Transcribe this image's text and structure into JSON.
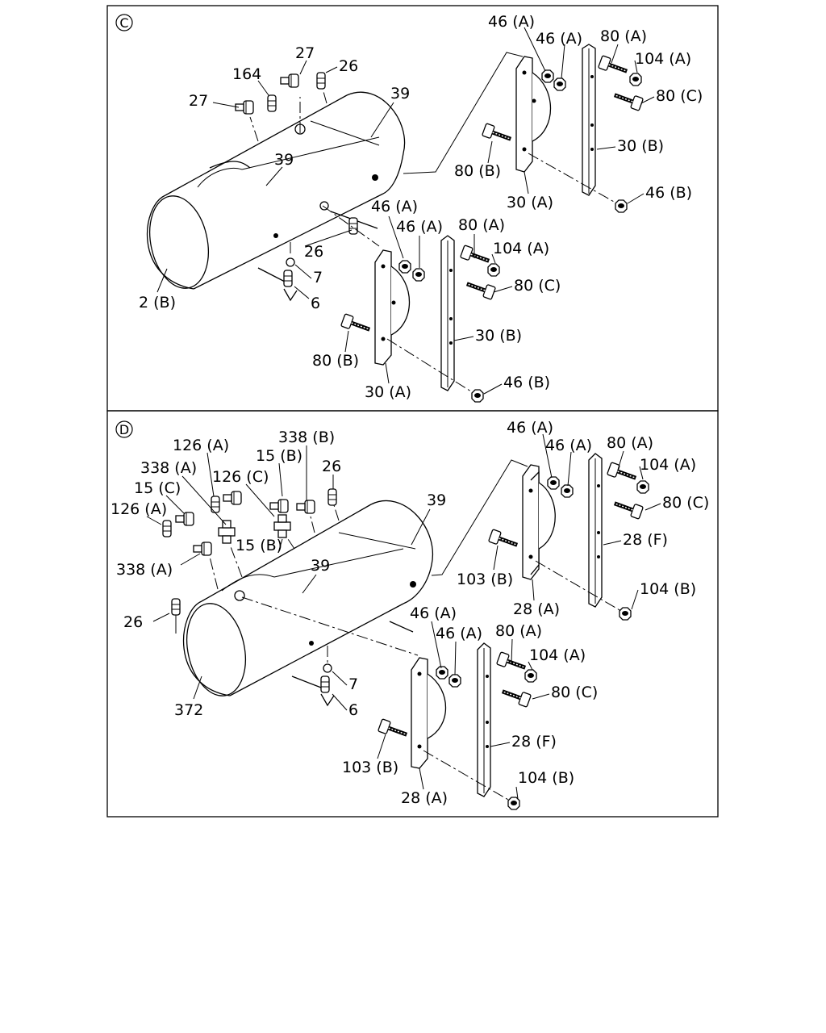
{
  "panels": [
    {
      "letter": "C",
      "callouts": [
        "46 (A)",
        "46 (A)",
        "80 (A)",
        "104 (A)",
        "80 (C)",
        "30 (B)",
        "80 (B)",
        "30 (A)",
        "46 (B)",
        "27",
        "26",
        "164",
        "27",
        "39",
        "39",
        "46 (A)",
        "46 (A)",
        "80 (A)",
        "104 (A)",
        "80 (C)",
        "26",
        "7",
        "6",
        "2 (B)",
        "30 (B)",
        "80 (B)",
        "30 (A)",
        "46 (B)"
      ]
    },
    {
      "letter": "D",
      "callouts": [
        "46 (A)",
        "46 (A)",
        "80 (A)",
        "104 (A)",
        "80 (C)",
        "28 (F)",
        "103 (B)",
        "28 (A)",
        "104 (B)",
        "126 (A)",
        "338 (B)",
        "15 (B)",
        "338 (A)",
        "126 (C)",
        "26",
        "15 (C)",
        "126 (A)",
        "15 (B)",
        "338 (A)",
        "39",
        "39",
        "26",
        "46 (A)",
        "46 (A)",
        "80 (A)",
        "104 (A)",
        "80 (C)",
        "7",
        "6",
        "372",
        "28 (F)",
        "103 (B)",
        "28 (A)",
        "104 (B)"
      ]
    }
  ]
}
